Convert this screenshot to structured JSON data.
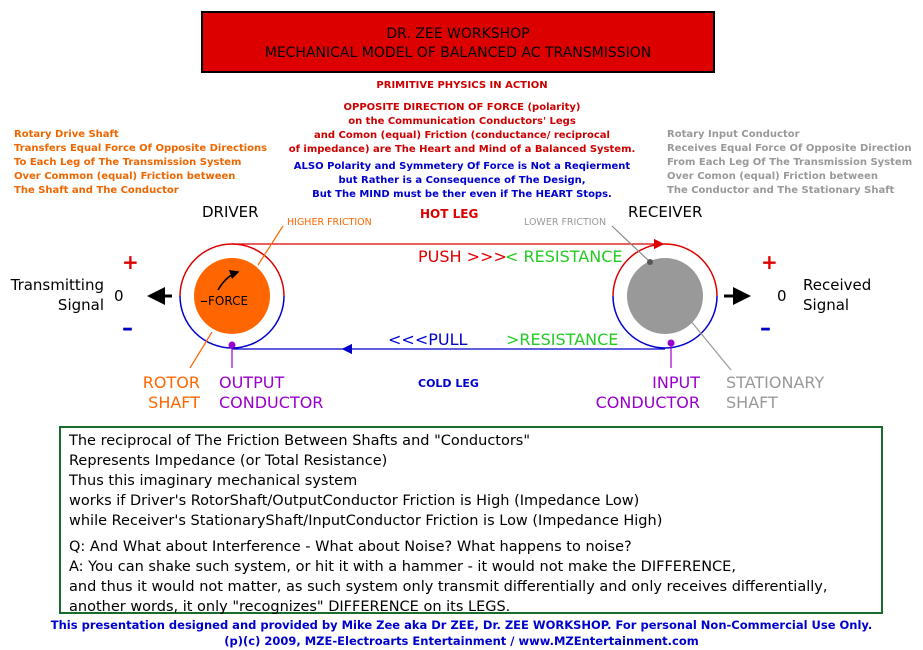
{
  "title": {
    "line1": "DR. ZEE WORKSHOP",
    "line2": "MECHANICAL MODEL OF BALANCED AC TRANSMISSION"
  },
  "subtitle": "PRIMITIVE PHYSICS IN ACTION",
  "center_red": [
    "OPPOSITE DIRECTION OF FORCE (polarity)",
    "on the Communication Conductors' Legs",
    "and Comon (equal) Friction (conductance/ reciprocal",
    "of impedance) are The Heart and Mind of a Balanced System."
  ],
  "center_blue": [
    "ALSO Polarity and Symmetery Of Force is Not a Reqierment",
    "but Rather is a Consequence of The Design,",
    "But The MIND must be ther even if The HEART Stops."
  ],
  "left_note": [
    "Rotary Drive Shaft",
    "Transfers Equal Force Of Opposite Directions",
    "To Each Leg of The Transmission System",
    "Over Common (equal) Friction between",
    "The Shaft and The Conductor"
  ],
  "right_note": [
    "Rotary Input Conductor",
    "Receives Equal Force Of Opposite Direction",
    "From Each Leg Of The Transmission System",
    "Over Comon (equal) Friction between",
    "The Conductor and The Stationary Shaft"
  ],
  "driver": {
    "title": "DRIVER",
    "force_label": "FORCE",
    "higher_friction": "HIGHER FRICTION",
    "rotor_shaft": [
      "ROTOR",
      "SHAFT"
    ],
    "output_conductor": [
      "OUTPUT",
      "CONDUCTOR"
    ]
  },
  "receiver": {
    "title": "RECEIVER",
    "lower_friction": "LOWER FRICTION",
    "input_conductor": [
      "INPUT",
      "CONDUCTOR"
    ],
    "stationary_shaft": [
      "STATIONARY",
      "SHAFT"
    ]
  },
  "hot_leg": "HOT LEG",
  "cold_leg": "COLD LEG",
  "push": "PUSH >>>",
  "resistance_top": "< RESISTANCE",
  "pull": "<<<PULL",
  "resistance_bottom": ">RESISTANCE",
  "transmitting": [
    "Transmitting",
    "Signal"
  ],
  "received": [
    "Received",
    "Signal"
  ],
  "plus": "+",
  "minus": "–",
  "zero": "0",
  "note_box": {
    "para1": [
      "The reciprocal of The Friction Between Shafts and \"Conductors\"",
      "Represents Impedance (or Total Resistance)",
      "Thus this imaginary mechanical system",
      "works if Driver's RotorShaft/OutputConductor Friction is High (Impedance Low)",
      "while  Receiver's StationaryShaft/InputConductor Friction is Low (Impedance High)"
    ],
    "para2": [
      "Q: And What about Interference - What about Noise? What happens to noise?",
      "A: You can shake such system, or hit it with a hammer - it would not make the DIFFERENCE,",
      "and thus it would not matter, as such system only transmit differentially and only receives differentially,",
      "another words, it only \"recognizes\" DIFFERENCE on its LEGS."
    ]
  },
  "footer": [
    "This presentation designed and provided by Mike Zee aka Dr ZEE, Dr. ZEE WORKSHOP. For personal Non-Commercial Use Only.",
    "(p)(c) 2009, MZE-Electroarts Entertainment / www.MZEntertainment.com"
  ],
  "colors": {
    "title_bg": "#dd0000",
    "hot": "#dd0000",
    "cold": "#0000cc",
    "resistance": "#22cc22",
    "rotor": "#ff6600",
    "conductor": "#9900cc",
    "stationary": "#999999"
  }
}
